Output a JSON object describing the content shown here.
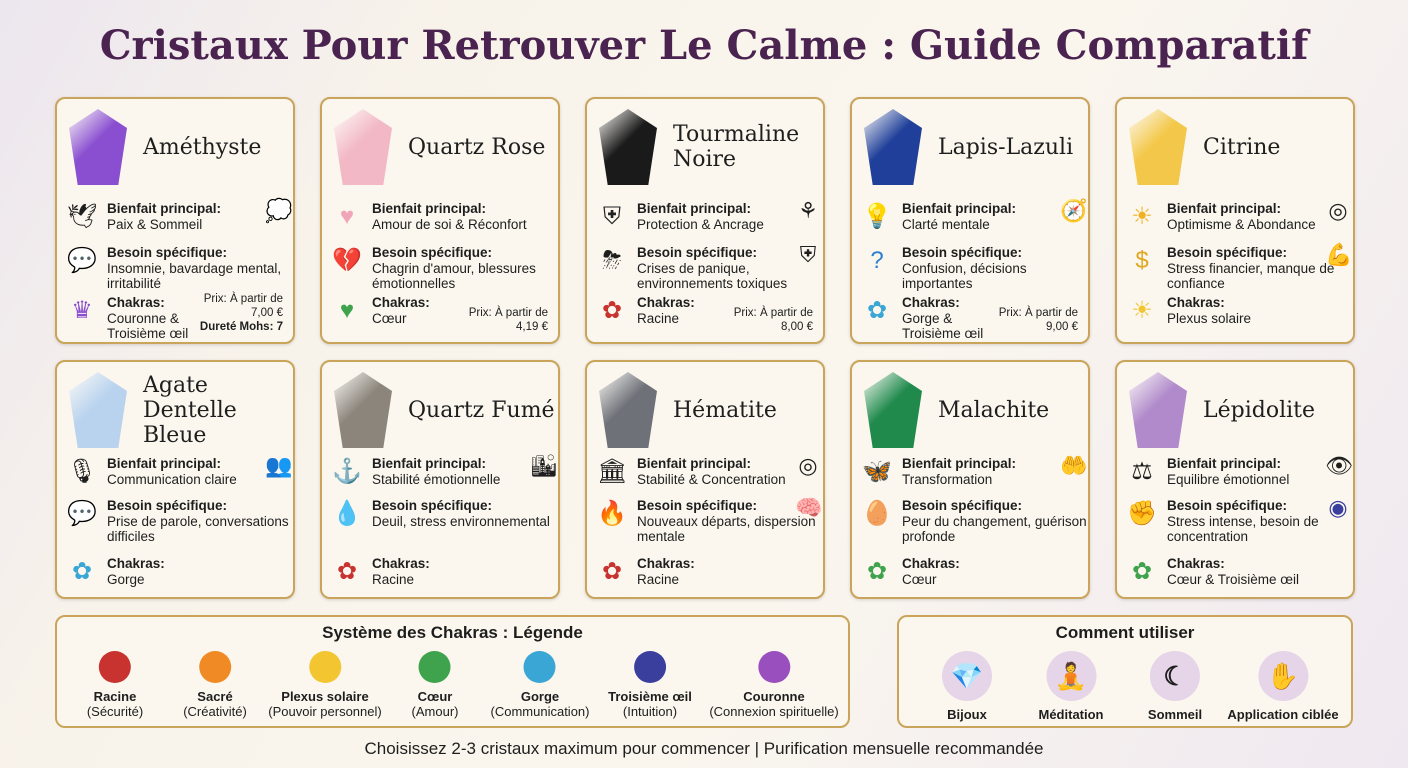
{
  "title": "Cristaux Pour Retrouver Le Calme : Guide Comparatif",
  "labels": {
    "benefit": "Bienfait principal:",
    "need": "Besoin spécifique:",
    "chakras": "Chakras:"
  },
  "crystals": [
    {
      "name": "Améthyste",
      "color": "#8a4fd0",
      "benefit": "Paix & Sommeil",
      "need": "Insomnie, bavardage mental, irritabilité",
      "chakras": "Couronne & Troisième œil",
      "price": "Prix: À partir de 7,00 €",
      "hardness": "Dureté Mohs: 7",
      "icons": [
        "dove-icon",
        "speech-moon-icon",
        "crown-chakra-icon",
        "thought-bubble-icon"
      ]
    },
    {
      "name": "Quartz Rose",
      "color": "#f2b8c6",
      "benefit": "Amour de soi & Réconfort",
      "need": "Chagrin d'amour, blessures émotionnelles",
      "chakras": "Cœur",
      "price": "Prix: À partir de 4,19 €",
      "icons": [
        "heart-icon",
        "broken-heart-icon",
        "green-heart-icon"
      ]
    },
    {
      "name": "Tourmaline Noire",
      "color": "#1a1a1a",
      "benefit": "Protection & Ancrage",
      "need": "Crises de panique, environnements toxiques",
      "chakras": "Racine",
      "price": "Prix: À partir de 8,00 €",
      "icons": [
        "shield-icon",
        "storm-cloud-icon",
        "root-chakra-icon",
        "roots-icon",
        "person-shield-icon"
      ]
    },
    {
      "name": "Lapis-Lazuli",
      "color": "#1f3f9a",
      "benefit": "Clarté mentale",
      "need": "Confusion, décisions importantes",
      "chakras": "Gorge & Troisième œil",
      "price": "Prix: À partir de 9,00 €",
      "icons": [
        "lightbulb-icon",
        "question-mark-icon",
        "throat-chakra-icon",
        "compass-icon"
      ]
    },
    {
      "name": "Citrine",
      "color": "#f3c84a",
      "benefit": "Optimisme & Abondance",
      "need": "Stress financier, manque de confiance",
      "chakras": "Plexus solaire",
      "icons": [
        "sun-icon",
        "dollar-coin-icon",
        "solar-plexus-icon",
        "coins-icon",
        "flexed-arm-icon"
      ]
    },
    {
      "name": "Agate Dentelle Bleue",
      "color": "#b9d3ee",
      "benefit": "Communication claire",
      "need": "Prise de parole, conversations difficiles",
      "chakras": "Gorge",
      "icons": [
        "microphone-icon",
        "speech-bubbles-icon",
        "throat-chakra-icon",
        "people-talking-icon"
      ]
    },
    {
      "name": "Quartz Fumé",
      "color": "#8c857c",
      "benefit": "Stabilité émotionnelle",
      "need": "Deuil, stress environnemental",
      "chakras": "Racine",
      "icons": [
        "anchor-icon",
        "tear-drop-icon",
        "root-chakra-icon",
        "city-icon"
      ]
    },
    {
      "name": "Hématite",
      "color": "#6e7178",
      "benefit": "Stabilité & Concentration",
      "need": "Nouveaux départs, dispersion mentale",
      "chakras": "Racine",
      "icons": [
        "pillar-icon",
        "phoenix-icon",
        "root-chakra-icon",
        "target-icon",
        "brain-head-icon"
      ]
    },
    {
      "name": "Malachite",
      "color": "#1f8a4c",
      "benefit": "Transformation",
      "need": "Peur du changement, guérison profonde",
      "chakras": "Cœur",
      "icons": [
        "butterfly-icon",
        "cocoon-icon",
        "heart-chakra-icon",
        "hands-heart-icon"
      ]
    },
    {
      "name": "Lépidolite",
      "color": "#b08acb",
      "benefit": "Equilibre émotionnel",
      "need": "Stress intense, besoin de concentration",
      "chakras": "Cœur & Troisième œil",
      "icons": [
        "scales-icon",
        "stressed-fist-icon",
        "heart-chakra-icon",
        "eye-icon",
        "third-eye-chakra-icon"
      ]
    }
  ],
  "legend": {
    "title": "Système des Chakras : Légende",
    "items": [
      {
        "name": "Racine",
        "meaning": "(Sécurité)",
        "color": "#c8322f"
      },
      {
        "name": "Sacré",
        "meaning": "(Créativité)",
        "color": "#ef8a25"
      },
      {
        "name": "Plexus solaire",
        "meaning": "(Pouvoir personnel)",
        "color": "#f2c531"
      },
      {
        "name": "Cœur",
        "meaning": "(Amour)",
        "color": "#3fa34d"
      },
      {
        "name": "Gorge",
        "meaning": "(Communication)",
        "color": "#3aa6d6"
      },
      {
        "name": "Troisième œil",
        "meaning": "(Intuition)",
        "color": "#3a3f9e"
      },
      {
        "name": "Couronne",
        "meaning": "(Connexion spirituelle)",
        "color": "#9a4fbf"
      }
    ]
  },
  "usage": {
    "title": "Comment utiliser",
    "items": [
      {
        "label": "Bijoux",
        "icon": "pendant-icon"
      },
      {
        "label": "Méditation",
        "icon": "meditation-icon"
      },
      {
        "label": "Sommeil",
        "icon": "moon-stars-icon"
      },
      {
        "label": "Application ciblée",
        "icon": "hand-crystal-icon"
      }
    ]
  },
  "footer": "Choisissez 2-3 cristaux maximum pour commencer | Purification mensuelle recommandée"
}
